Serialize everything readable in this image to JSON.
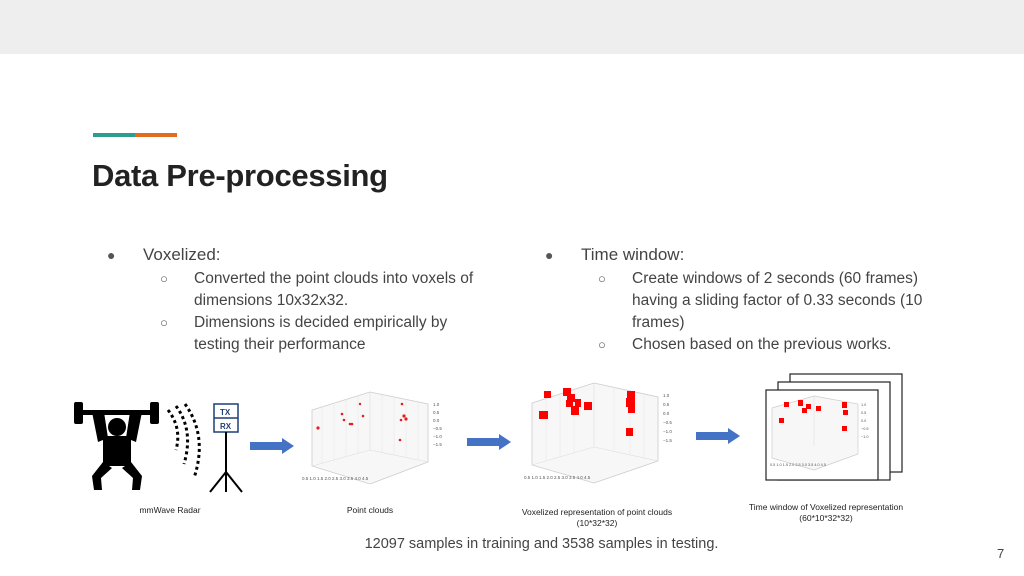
{
  "title": "Data Pre-processing",
  "left_bullet": {
    "label": "Voxelized:",
    "subs": [
      "Converted the point clouds into voxels of dimensions 10x32x32.",
      "Dimensions is decided empirically by testing their performance"
    ]
  },
  "right_bullet": {
    "label": "Time window:",
    "subs": [
      "Create windows of 2 seconds (60 frames) having a sliding factor of 0.33 seconds (10 frames)",
      "Chosen based on the previous works."
    ]
  },
  "figure": {
    "radar_tx": "TX",
    "radar_rx": "RX",
    "radar_caption": "mmWave Radar",
    "pc_caption": "Point clouds",
    "vox_caption_1": "Voxelized representation of point clouds",
    "vox_caption_2": "(10*32*32)",
    "tw_caption_1": "Time window of Voxelized representation",
    "tw_caption_2": "(60*10*32*32)"
  },
  "footer": "12097 samples in training and 3538 samples in testing.",
  "page_number": "7",
  "colors": {
    "teal": "#2e9c8e",
    "orange": "#e26b1e",
    "arrow": "#4472c4",
    "voxel": "#ff0000"
  }
}
